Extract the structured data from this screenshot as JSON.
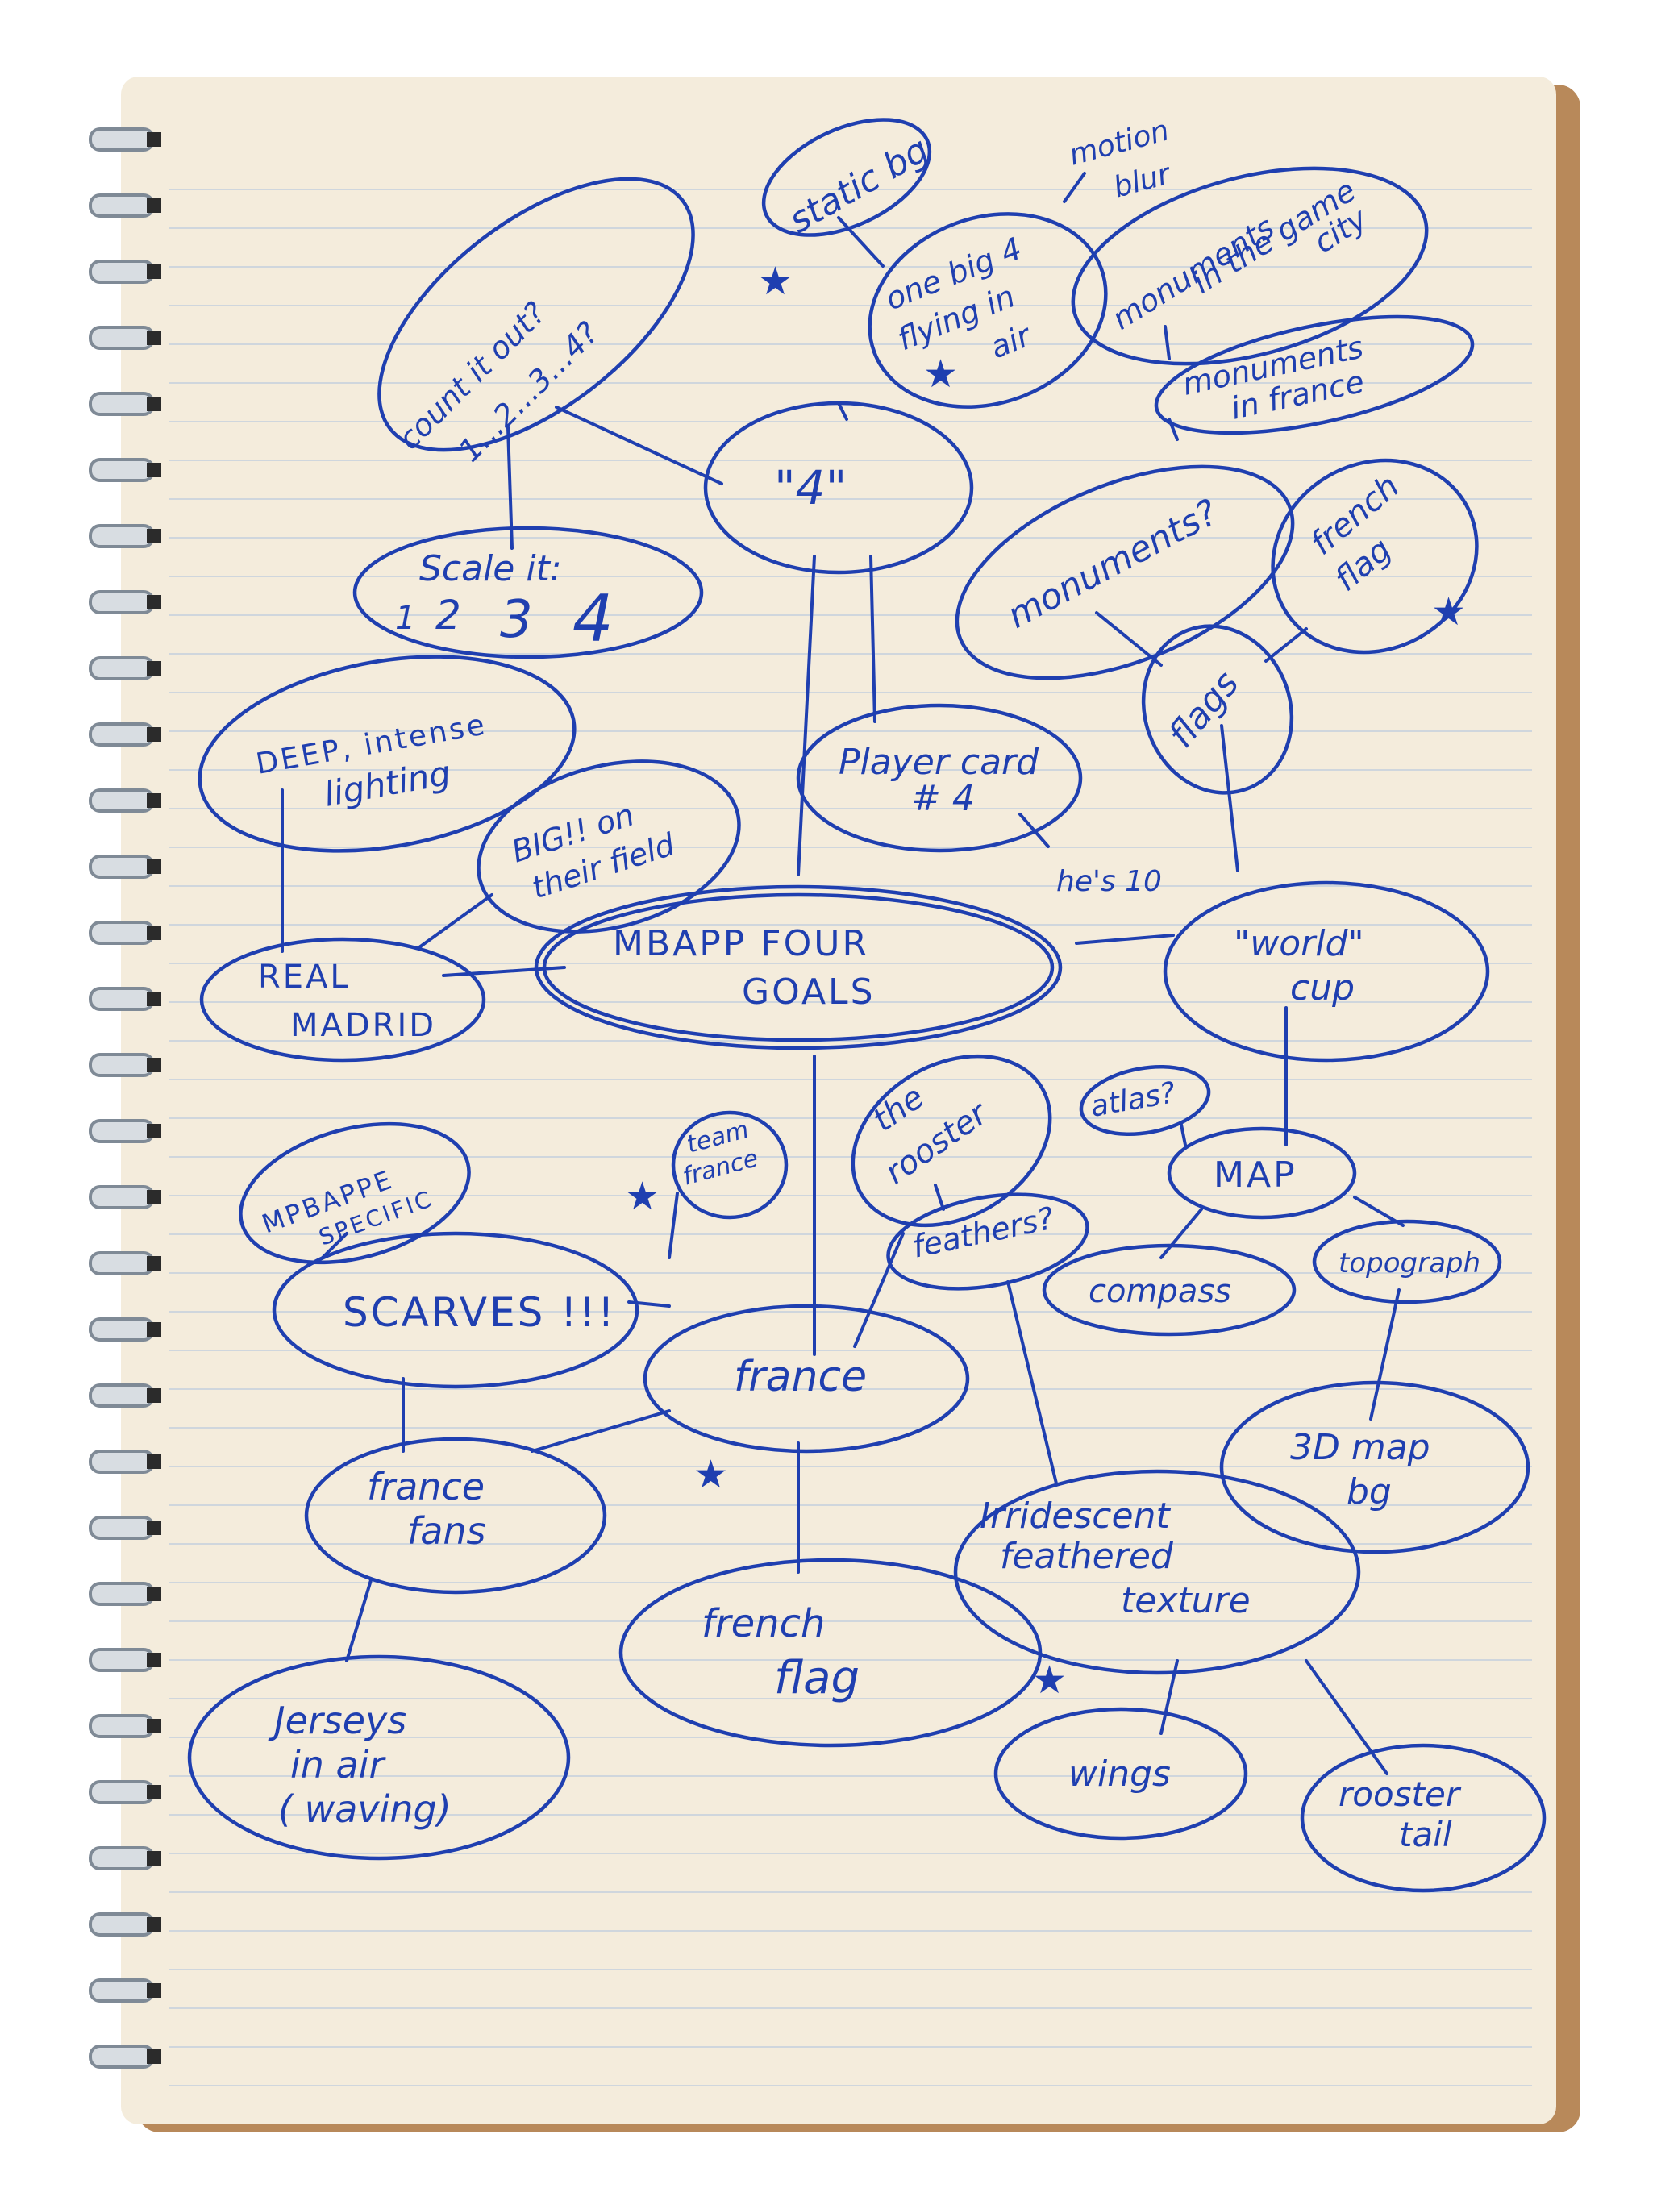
{
  "nodes": {
    "center_l1": "MBAPP FOUR",
    "center_l2": "GOALS",
    "four_quote": "\"4\"",
    "static_bg": "static bg",
    "motion_blur_l1": "motion",
    "motion_blur_l2": "blur",
    "one_big4_l1": "one big 4",
    "one_big4_l2": "flying in",
    "one_big4_l3": "air",
    "count_l1": "count it out?",
    "count_l2": "1...2...3...4?",
    "scale_l1": "Scale it:",
    "scale_1": "1",
    "scale_2": "2",
    "scale_3": "3",
    "scale_4": "4",
    "player_card_l1": "Player card",
    "player_card_l2": "# 4",
    "hes10": "he's 10",
    "monuments_game_l1": "monuments",
    "monuments_game_l2": "in the game",
    "monuments_game_l3": "city",
    "monuments_france_l1": "monuments",
    "monuments_france_l2": "in france",
    "monuments_q": "monuments?",
    "french_flag_top_l1": "french",
    "french_flag_top_l2": "flag",
    "flags": "flags",
    "world_cup_l1": "\"world\"",
    "world_cup_l2": "cup",
    "deep_l1": "DEEP, intense",
    "deep_l2": "lighting",
    "big_field_l1": "BIG!! on",
    "big_field_l2": "their field",
    "real_madrid_l1": "REAL",
    "real_madrid_l2": "MADRID",
    "the_rooster_l1": "the",
    "the_rooster_l2": "rooster",
    "atlas": "atlas?",
    "map": "MAP",
    "feathers": "feathers?",
    "compass": "compass",
    "topograph": "topograph",
    "mbappe_l1": "MPBAPPE",
    "mbappe_l2": "SPECIFIC",
    "team_france_l1": "team",
    "team_france_l2": "france",
    "scarves": "SCARVES !!!",
    "france": "france",
    "three_d_map_l1": "3D map",
    "three_d_map_l2": "bg",
    "france_fans_l1": "france",
    "france_fans_l2": "fans",
    "iridescent_l1": "Irridescent",
    "iridescent_l2": "feathered",
    "iridescent_l3": "texture",
    "french_flag_bot_l1": "french",
    "french_flag_bot_l2": "flag",
    "jerseys_l1": "Jerseys",
    "jerseys_l2": "in air",
    "jerseys_l3": "( waving)",
    "wings": "wings",
    "rooster_tail_l1": "rooster",
    "rooster_tail_l2": "tail",
    "star_glyph": "★"
  },
  "colors": {
    "ink": "#1f3fb0",
    "paper": "#f4ecdc",
    "rule": "#cfd6dd",
    "cover": "#b8895a",
    "spiral": "#7f8a96"
  }
}
